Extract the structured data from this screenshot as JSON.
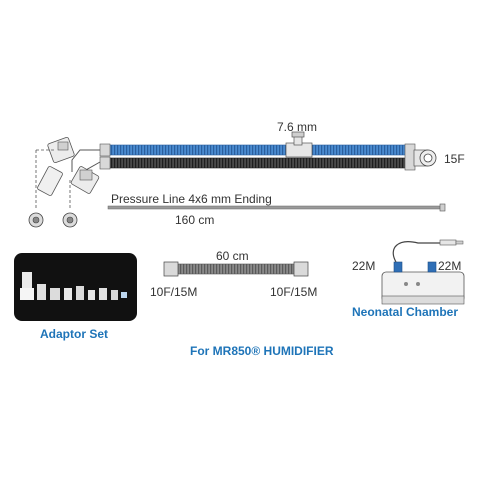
{
  "labels": {
    "diameter_top": "7.6 mm",
    "circuit_end": "15F",
    "pressure_line": "Pressure Line 4x6 mm Ending",
    "pressure_length": "160 cm",
    "short_tube_length": "60 cm",
    "short_tube_left_end": "10F/15M",
    "short_tube_right_end": "10F/15M",
    "chamber_left_port": "22M",
    "chamber_right_port": "22M",
    "chamber_name": "Neonatal Chamber",
    "adaptor_name": "Adaptor Set",
    "humidifier": "For MR850® HUMIDIFIER"
  },
  "colors": {
    "blue_accent": "#1e74b8",
    "tube_blue": "#3d7fc8",
    "tube_dark": "#3a3a3a",
    "adaptor_bg": "#111111"
  }
}
